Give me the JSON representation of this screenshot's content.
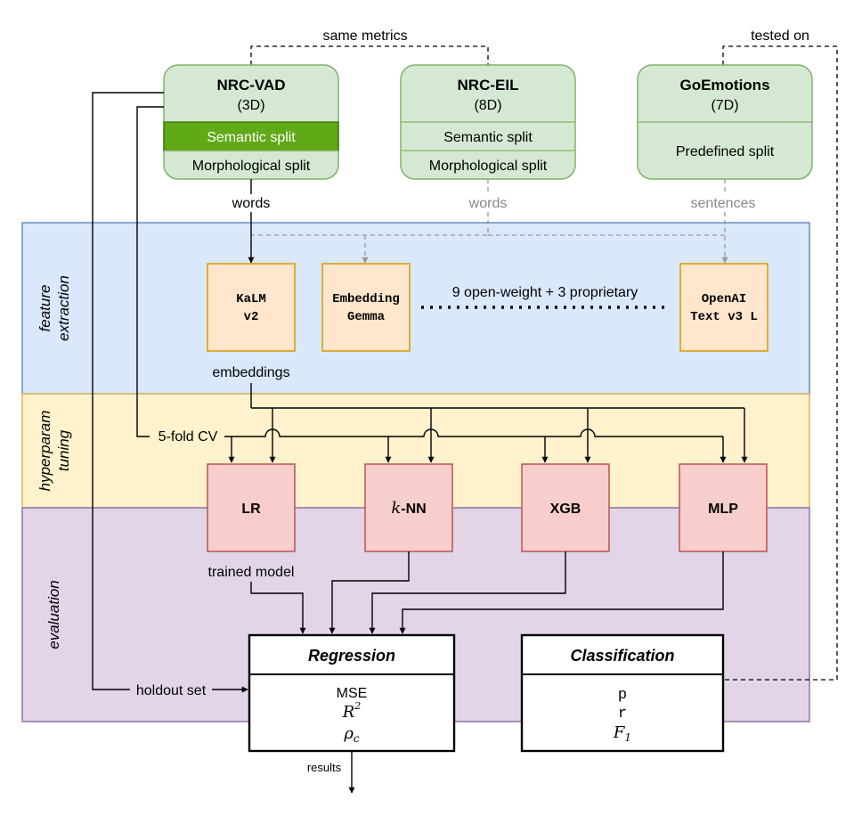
{
  "labels": {
    "same_metrics": "same metrics",
    "tested_on": "tested on",
    "words_1": "words",
    "words_2": "words",
    "sentences": "sentences",
    "embeddings": "embeddings",
    "five_fold_cv": "5-fold CV",
    "trained_model": "trained model",
    "holdout_set": "holdout set",
    "results": "results",
    "open_weight_note": "9 open-weight + 3 proprietary"
  },
  "bands": {
    "feature_extraction": [
      "feature",
      "extraction"
    ],
    "hyperparam_tuning": [
      "hyperparam",
      "tuning"
    ],
    "evaluation": "evaluation"
  },
  "datasets": [
    {
      "name": "NRC-VAD",
      "dims": "(3D)",
      "splits": [
        "Semantic split",
        "Morphological split"
      ],
      "highlighted_split": 0
    },
    {
      "name": "NRC-EIL",
      "dims": "(8D)",
      "splits": [
        "Semantic split",
        "Morphological split"
      ]
    },
    {
      "name": "GoEmotions",
      "dims": "(7D)",
      "splits": [
        "Predefined split"
      ]
    }
  ],
  "embedders": [
    {
      "lines": [
        "KaLM",
        "v2"
      ]
    },
    {
      "lines": [
        "Embedding",
        "Gemma"
      ]
    },
    {
      "lines": [
        "OpenAI",
        "Text v3 L"
      ]
    }
  ],
  "models": [
    {
      "label": "LR"
    },
    {
      "prefix": "k",
      "label": "-NN"
    },
    {
      "label": "XGB"
    },
    {
      "label": "MLP"
    }
  ],
  "regression": {
    "title": "Regression",
    "metrics": [
      "MSE",
      "R",
      "2",
      "ρ",
      "c"
    ]
  },
  "classification": {
    "title": "Classification",
    "metrics": [
      "p",
      "r",
      "F",
      "1"
    ]
  },
  "colors": {
    "feature_band": "#dae8fc",
    "feature_border": "#6c8ebf",
    "tuning_band": "#fff2cc",
    "tuning_border": "#d6b656",
    "eval_band": "#e1d5e7",
    "eval_border": "#9673a6",
    "dataset_fill": "#d5e8d4",
    "dataset_border": "#82b366",
    "highlight_fill": "#60a917",
    "highlight_border": "#2d7600",
    "embedder_fill": "#ffe6cc",
    "embedder_border": "#d79b00",
    "model_fill": "#f8cecc",
    "model_border": "#b85450",
    "gray_line": "#999999"
  }
}
